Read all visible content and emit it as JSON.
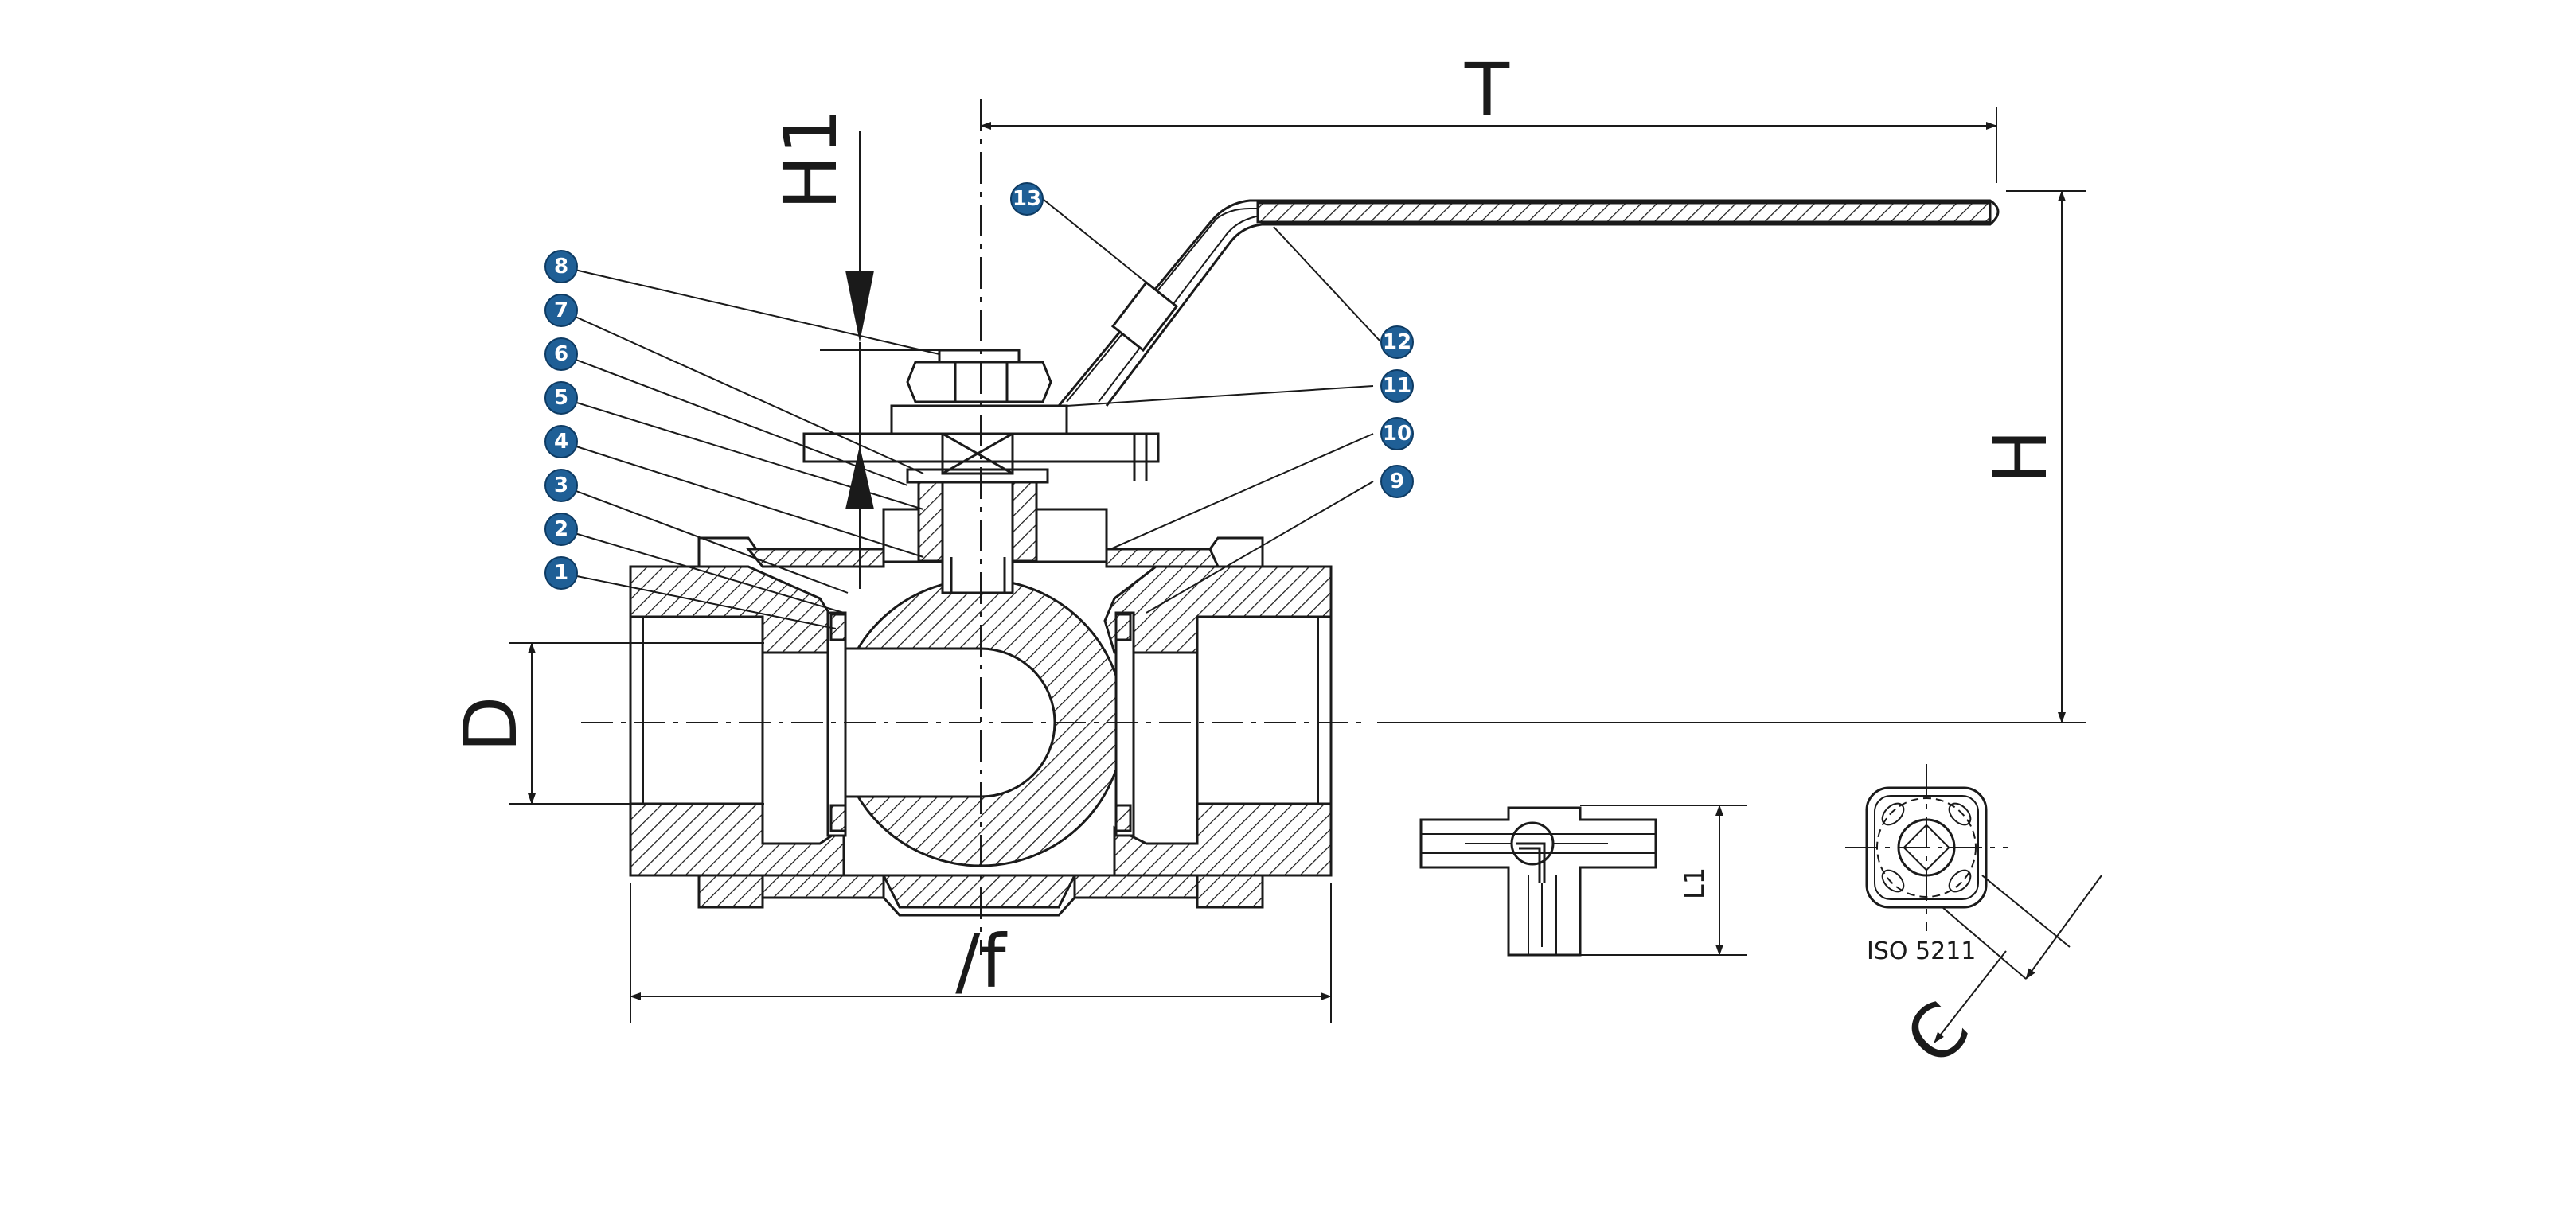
{
  "dimensions": {
    "T": "T",
    "H1": "H1",
    "H": "H",
    "D": "D",
    "L": "/f",
    "L1": "L1",
    "C": "C"
  },
  "iso_label": "ISO 5211",
  "callouts": [
    "1",
    "2",
    "3",
    "4",
    "5",
    "6",
    "7",
    "8",
    "9",
    "10",
    "11",
    "12",
    "13"
  ]
}
